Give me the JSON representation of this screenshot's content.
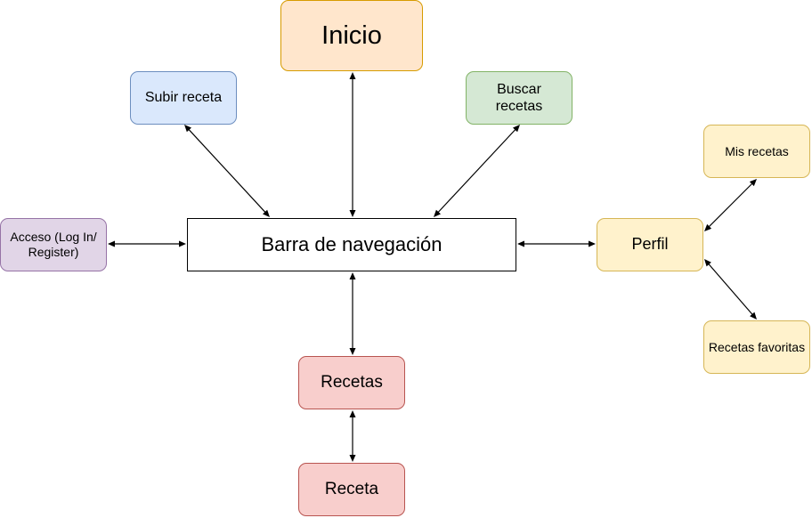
{
  "nodes": {
    "inicio": {
      "label": "Inicio",
      "fill": "#ffe6cc",
      "stroke": "#d79b00"
    },
    "subir": {
      "label": "Subir receta",
      "fill": "#dae8fc",
      "stroke": "#6c8ebf"
    },
    "buscar": {
      "label": "Buscar recetas",
      "fill": "#d5e8d4",
      "stroke": "#82b366"
    },
    "barra": {
      "label": "Barra de navegación",
      "fill": "#ffffff",
      "stroke": "#000000"
    },
    "acceso": {
      "label": "Acceso (Log In/ Register)",
      "fill": "#e1d5e7",
      "stroke": "#9673a6"
    },
    "perfil": {
      "label": "Perfil",
      "fill": "#fff2cc",
      "stroke": "#d6b656"
    },
    "mis": {
      "label": "Mis recetas",
      "fill": "#fff2cc",
      "stroke": "#d6b656"
    },
    "favoritas": {
      "label": "Recetas favoritas",
      "fill": "#fff2cc",
      "stroke": "#d6b656"
    },
    "recetas": {
      "label": "Recetas",
      "fill": "#f8cecc",
      "stroke": "#b85450"
    },
    "receta": {
      "label": "Receta",
      "fill": "#f8cecc",
      "stroke": "#b85450"
    }
  },
  "edges": [
    {
      "from": "barra",
      "to": "inicio",
      "bidirectional": true
    },
    {
      "from": "barra",
      "to": "subir",
      "bidirectional": true
    },
    {
      "from": "barra",
      "to": "buscar",
      "bidirectional": true
    },
    {
      "from": "barra",
      "to": "acceso",
      "bidirectional": true
    },
    {
      "from": "barra",
      "to": "perfil",
      "bidirectional": true
    },
    {
      "from": "barra",
      "to": "recetas",
      "bidirectional": true
    },
    {
      "from": "recetas",
      "to": "receta",
      "bidirectional": true
    },
    {
      "from": "perfil",
      "to": "mis",
      "bidirectional": true
    },
    {
      "from": "perfil",
      "to": "favoritas",
      "bidirectional": true
    }
  ],
  "edge_color": "#000000"
}
